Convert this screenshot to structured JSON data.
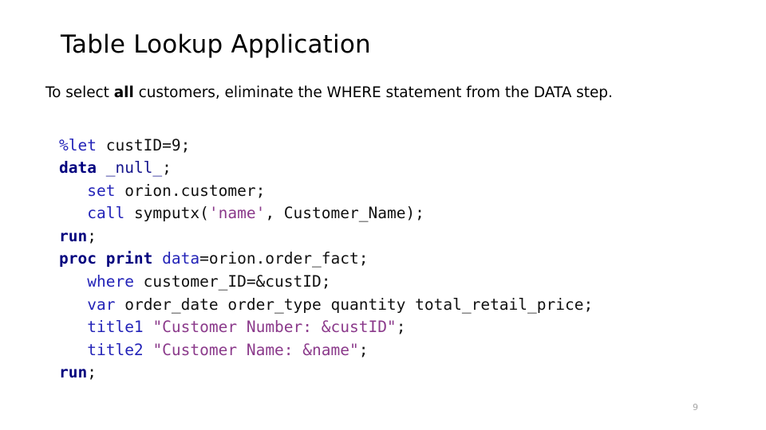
{
  "slide": {
    "title": "Table Lookup Application",
    "page_number": "9",
    "body_sentence": {
      "part1": "To select ",
      "bold": "all",
      "part2": " customers, eliminate the WHERE statement from the DATA step."
    }
  },
  "colors": {
    "background": "#ffffff",
    "text": "#000000",
    "keyword_navy": "#00007e",
    "keyword_blue": "#2323b8",
    "string_purple": "#8b3a8b",
    "page_number_gray": "#a6a6a6"
  },
  "code": {
    "language": "SAS",
    "lines": [
      {
        "indent": 0,
        "tokens": [
          {
            "text": "%let",
            "style": "k-blue"
          },
          {
            "text": " custID=9;",
            "style": "k-plain"
          }
        ]
      },
      {
        "indent": 0,
        "tokens": [
          {
            "text": "data",
            "style": "k-navy"
          },
          {
            "text": " ",
            "style": "k-plain"
          },
          {
            "text": "_null_",
            "style": "k-navy-p"
          },
          {
            "text": ";",
            "style": "k-plain"
          }
        ]
      },
      {
        "indent": 1,
        "tokens": [
          {
            "text": "set",
            "style": "k-blue"
          },
          {
            "text": " orion.customer;",
            "style": "k-plain"
          }
        ]
      },
      {
        "indent": 1,
        "tokens": [
          {
            "text": "call",
            "style": "k-blue"
          },
          {
            "text": " symputx(",
            "style": "k-plain"
          },
          {
            "text": "'name'",
            "style": "k-str"
          },
          {
            "text": ", Customer_Name);",
            "style": "k-plain"
          }
        ]
      },
      {
        "indent": 0,
        "tokens": [
          {
            "text": "run",
            "style": "k-navy"
          },
          {
            "text": ";",
            "style": "k-plain"
          }
        ]
      },
      {
        "indent": 0,
        "tokens": [
          {
            "text": "proc print",
            "style": "k-navy"
          },
          {
            "text": " ",
            "style": "k-plain"
          },
          {
            "text": "data",
            "style": "k-blue"
          },
          {
            "text": "=orion.order_fact;",
            "style": "k-plain"
          }
        ]
      },
      {
        "indent": 1,
        "tokens": [
          {
            "text": "where",
            "style": "k-blue"
          },
          {
            "text": " customer_ID=&custID;",
            "style": "k-plain"
          }
        ]
      },
      {
        "indent": 1,
        "tokens": [
          {
            "text": "var",
            "style": "k-blue"
          },
          {
            "text": " order_date order_type quantity total_retail_price;",
            "style": "k-plain"
          }
        ]
      },
      {
        "indent": 1,
        "tokens": [
          {
            "text": "title1",
            "style": "k-blue"
          },
          {
            "text": " ",
            "style": "k-plain"
          },
          {
            "text": "\"Customer Number: &custID\"",
            "style": "k-str"
          },
          {
            "text": ";",
            "style": "k-plain"
          }
        ]
      },
      {
        "indent": 1,
        "tokens": [
          {
            "text": "title2",
            "style": "k-blue"
          },
          {
            "text": " ",
            "style": "k-plain"
          },
          {
            "text": "\"Customer Name: &name\"",
            "style": "k-str"
          },
          {
            "text": ";",
            "style": "k-plain"
          }
        ]
      },
      {
        "indent": 0,
        "tokens": [
          {
            "text": "run",
            "style": "k-navy"
          },
          {
            "text": ";",
            "style": "k-plain"
          }
        ]
      }
    ]
  }
}
